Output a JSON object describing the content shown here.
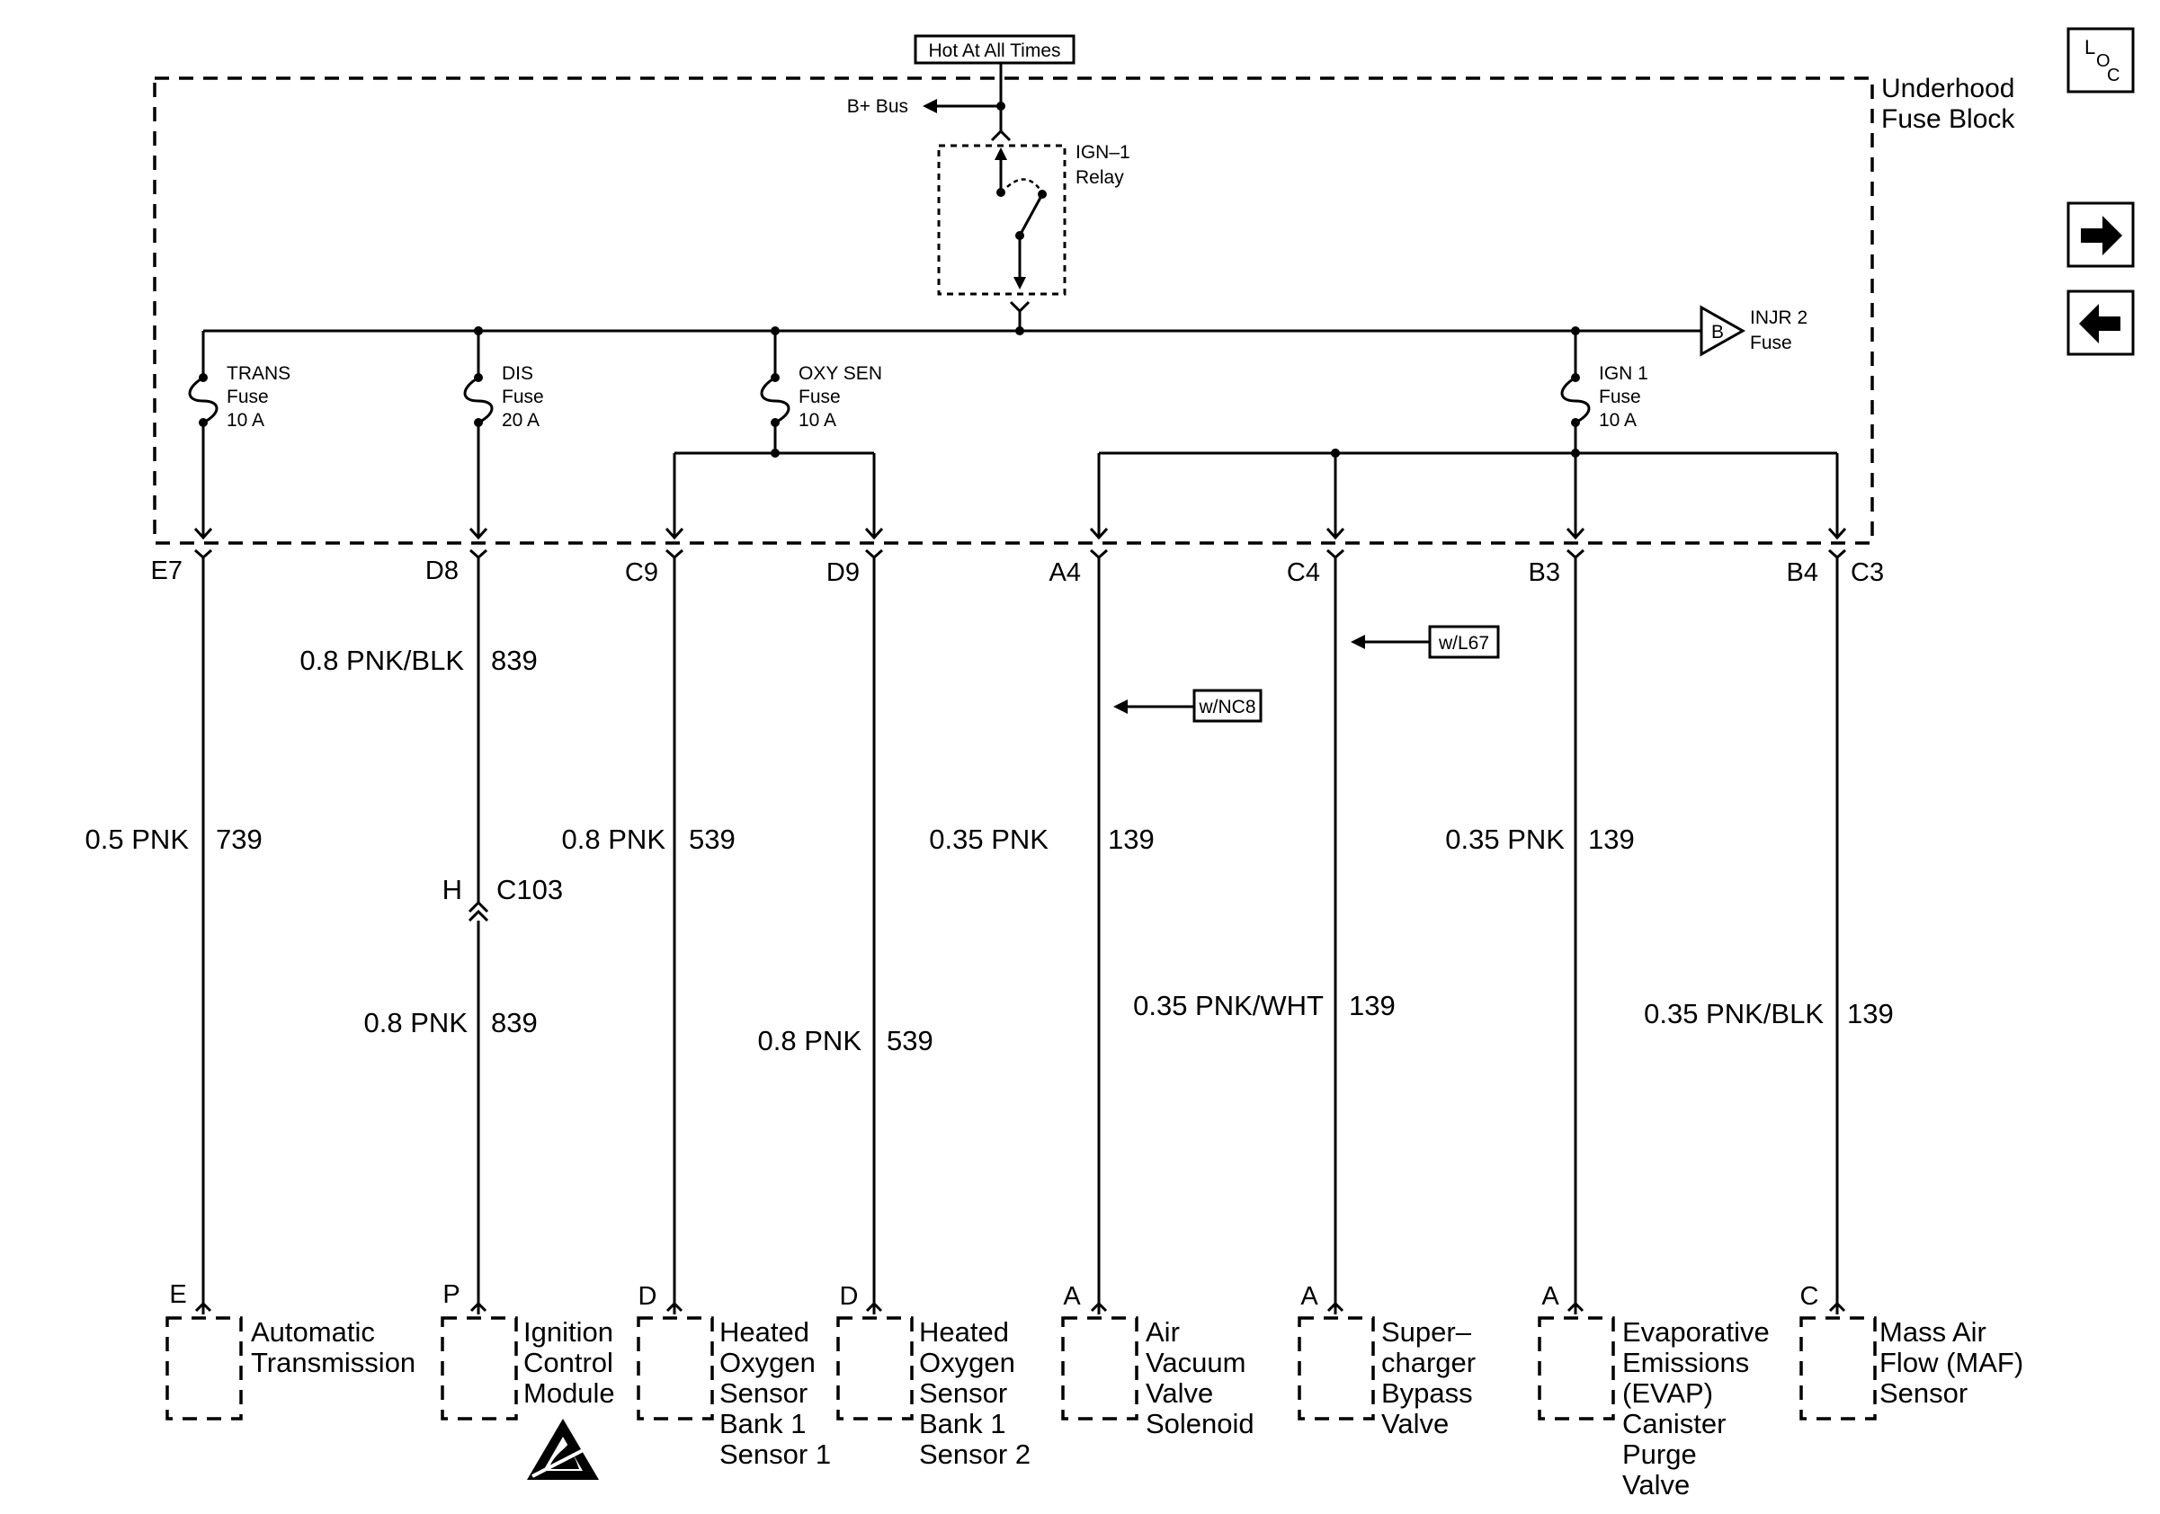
{
  "power_source": "Hot At All Times",
  "fuse_block": {
    "line1": "Underhood",
    "line2": "Fuse Block"
  },
  "bplus_bus": "B+ Bus",
  "relay": {
    "line1": "IGN–1",
    "line2": "Relay"
  },
  "injr2": {
    "letter": "B",
    "line1": "INJR 2",
    "line2": "Fuse"
  },
  "fuses": [
    {
      "l1": "TRANS",
      "l2": "Fuse",
      "l3": "10 A"
    },
    {
      "l1": "DIS",
      "l2": "Fuse",
      "l3": "20 A"
    },
    {
      "l1": "OXY SEN",
      "l2": "Fuse",
      "l3": "10 A"
    },
    {
      "l1": "IGN 1",
      "l2": "Fuse",
      "l3": "10 A"
    }
  ],
  "terminals": [
    "E7",
    "D8",
    "C9",
    "D9",
    "A4",
    "C4",
    "B3",
    "B4",
    "C3"
  ],
  "wires": [
    {
      "color": "0.5 PNK",
      "circuit": "739"
    },
    {
      "color": "0.8 PNK/BLK",
      "circuit": "839"
    },
    {
      "color": "0.8 PNK",
      "circuit": "839"
    },
    {
      "color": "0.8 PNK",
      "circuit": "539"
    },
    {
      "color": "0.8 PNK",
      "circuit": "539"
    },
    {
      "color": "0.35 PNK",
      "circuit": "139"
    },
    {
      "color": "0.35 PNK/WHT",
      "circuit": "139"
    },
    {
      "color": "0.35 PNK",
      "circuit": "139"
    },
    {
      "color": "0.35 PNK/BLK",
      "circuit": "139"
    }
  ],
  "connector": {
    "pin": "H",
    "name": "C103"
  },
  "options": {
    "nc8": "w/NC8",
    "l67": "w/L67"
  },
  "components": [
    {
      "pin": "E",
      "lines": [
        "Automatic",
        "Transmission"
      ]
    },
    {
      "pin": "P",
      "lines": [
        "Ignition",
        "Control",
        "Module"
      ]
    },
    {
      "pin": "D",
      "lines": [
        "Heated",
        "Oxygen",
        "Sensor",
        "Bank 1",
        "Sensor 1"
      ]
    },
    {
      "pin": "D",
      "lines": [
        "Heated",
        "Oxygen",
        "Sensor",
        "Bank 1",
        "Sensor 2"
      ]
    },
    {
      "pin": "A",
      "lines": [
        "Air",
        "Vacuum",
        "Valve",
        "Solenoid"
      ]
    },
    {
      "pin": "A",
      "lines": [
        "Super–",
        "charger",
        "Bypass",
        "Valve"
      ]
    },
    {
      "pin": "A",
      "lines": [
        "Evaporative",
        "Emissions",
        "(EVAP)",
        "Canister",
        "Purge",
        "Valve"
      ]
    },
    {
      "pin": "C",
      "lines": [
        "Mass Air",
        "Flow (MAF)",
        "Sensor"
      ]
    }
  ],
  "nav": {
    "loc_l": "L",
    "loc_o": "O",
    "loc_c": "C",
    "forward_glyph": "➡",
    "back_glyph": "⬅"
  }
}
